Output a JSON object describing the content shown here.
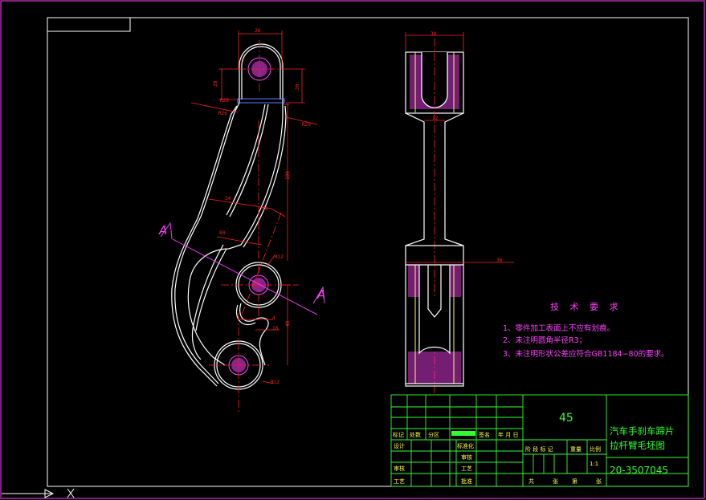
{
  "dimensions": [
    "26",
    "20",
    "30",
    "R20",
    "R26",
    "R20",
    "100",
    "24",
    "40",
    "80",
    "R12",
    "40",
    "4",
    "10",
    "R12",
    "30",
    "12",
    "36"
  ],
  "section_marks": {
    "left": "A",
    "right": "A"
  },
  "tech_notes": {
    "title": "技 术 要 求",
    "items": [
      "1、零件加工表面上不应有划痕。",
      "2、未注明圆角半径R3；",
      "3、未注明形状公差应符合GB1184−80的要求。"
    ]
  },
  "title_block": {
    "material": "45",
    "part_name_line1": "汽车手刹车蹄片",
    "part_name_line2": "拉杆臂毛坯图",
    "drawing_no": "20-3507045",
    "scale": "1:1",
    "rev_labels": [
      "标记",
      "处数",
      "分区",
      "",
      "签名",
      "年 月 日"
    ],
    "sign_labels": [
      "设计",
      "",
      "标准化",
      "",
      "审核",
      "",
      "工艺",
      "",
      "批准",
      ""
    ],
    "sign_right": [
      "标准化",
      "审核",
      "批准"
    ],
    "sign_mid": [
      "",
      "审核",
      "",
      "工艺"
    ],
    "stage_labels": [
      "阶 段 标 记",
      "重量",
      "比例"
    ],
    "sheet_labels": [
      "共",
      "张",
      "第",
      "张"
    ]
  }
}
